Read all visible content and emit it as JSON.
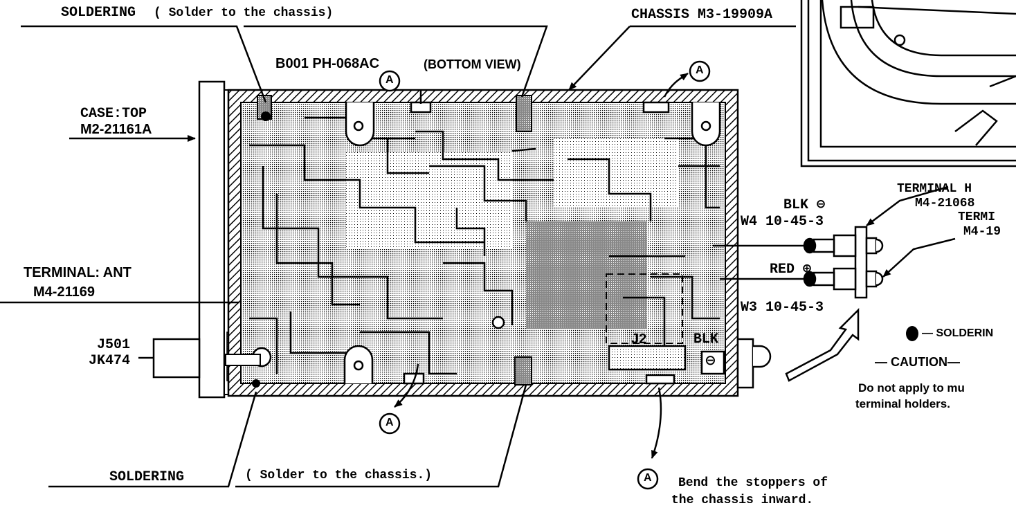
{
  "labels": {
    "soldering_top": "SOLDERING",
    "solder_note_top": "( Solder to the chassis)",
    "chassis": "CHASSIS M3-19909A",
    "board": "B001 PH-068AC",
    "bottom_view": "(BOTTOM VIEW)",
    "case_title": "CASE:TOP",
    "case_part": "M2-21161A",
    "terminal_h1": "TERMINAL H",
    "terminal_h1_part": "M4-21068",
    "terminal_2": "TERMI",
    "terminal_2_part": "M4-19",
    "blk_minus": "BLK ⊖",
    "w4": "W4 10-45-3",
    "red_plus": "RED ⊕",
    "w3": "W3 10-45-3",
    "terminal_ant": "TERMINAL: ANT",
    "terminal_ant_part": "M4-21169",
    "j501": "J501",
    "jk474": "JK474",
    "j2": "J2",
    "blk": "BLK",
    "minus_symbol": "⊖",
    "soldering_legend": "— SOLDERIN",
    "caution": "— CAUTION—",
    "caution_line1": "Do not apply to mu",
    "caution_line2": "terminal holders.",
    "soldering_bottom": "SOLDERING",
    "solder_note_bottom": "( Solder to the chassis.)",
    "marker": "A",
    "bend_line1": "Bend the stoppers of",
    "bend_line2": "the chassis inward."
  }
}
